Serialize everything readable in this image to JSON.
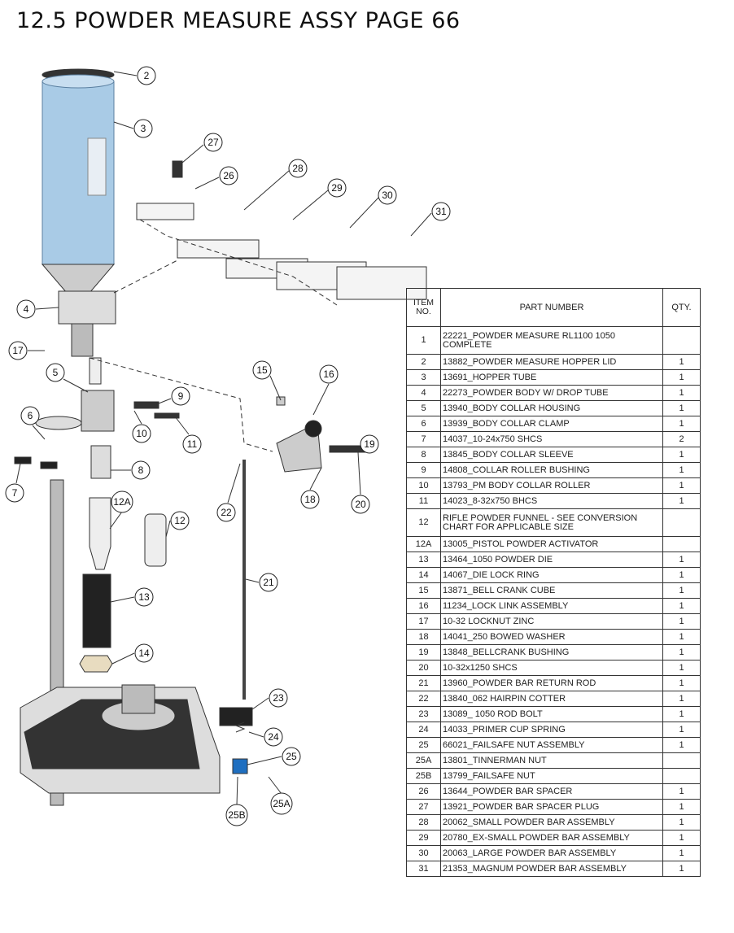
{
  "title": "12.5 POWDER MEASURE ASSY PAGE 66",
  "callouts": [
    "2",
    "3",
    "27",
    "26",
    "28",
    "29",
    "30",
    "31",
    "4",
    "17",
    "5",
    "15",
    "16",
    "9",
    "6",
    "10",
    "11",
    "19",
    "7",
    "8",
    "12A",
    "12",
    "22",
    "18",
    "20",
    "21",
    "13",
    "14",
    "23",
    "24",
    "25",
    "25A",
    "25B"
  ],
  "table": {
    "headers": {
      "item": "ITEM NO.",
      "part": "PART NUMBER",
      "qty": "QTY."
    },
    "rows": [
      {
        "item": "1",
        "part": "22221_POWDER MEASURE RL1100 1050 COMPLETE",
        "qty": ""
      },
      {
        "item": "2",
        "part": "13882_POWDER MEASURE HOPPER LID",
        "qty": "1"
      },
      {
        "item": "3",
        "part": "13691_HOPPER TUBE",
        "qty": "1"
      },
      {
        "item": "4",
        "part": "22273_POWDER BODY W/ DROP TUBE",
        "qty": "1"
      },
      {
        "item": "5",
        "part": "13940_BODY COLLAR HOUSING",
        "qty": "1"
      },
      {
        "item": "6",
        "part": "13939_BODY COLLAR CLAMP",
        "qty": "1"
      },
      {
        "item": "7",
        "part": "14037_10-24x750 SHCS",
        "qty": "2"
      },
      {
        "item": "8",
        "part": "13845_BODY COLLAR SLEEVE",
        "qty": "1"
      },
      {
        "item": "9",
        "part": "14808_COLLAR ROLLER BUSHING",
        "qty": "1"
      },
      {
        "item": "10",
        "part": "13793_PM BODY COLLAR ROLLER",
        "qty": "1"
      },
      {
        "item": "11",
        "part": "14023_8-32x750 BHCS",
        "qty": "1"
      },
      {
        "item": "12",
        "part": "RIFLE POWDER FUNNEL - SEE CONVERSION CHART FOR APPLICABLE SIZE",
        "qty": ""
      },
      {
        "item": "12A",
        "part": "13005_PISTOL POWDER ACTIVATOR",
        "qty": ""
      },
      {
        "item": "13",
        "part": "13464_1050 POWDER DIE",
        "qty": "1"
      },
      {
        "item": "14",
        "part": "14067_DIE LOCK RING",
        "qty": "1"
      },
      {
        "item": "15",
        "part": "13871_BELL CRANK CUBE",
        "qty": "1"
      },
      {
        "item": "16",
        "part": "11234_LOCK LINK ASSEMBLY",
        "qty": "1"
      },
      {
        "item": "17",
        "part": "10-32 LOCKNUT ZINC",
        "qty": "1"
      },
      {
        "item": "18",
        "part": "14041_250 BOWED WASHER",
        "qty": "1"
      },
      {
        "item": "19",
        "part": "13848_BELLCRANK BUSHING",
        "qty": "1"
      },
      {
        "item": "20",
        "part": "10-32x1250 SHCS",
        "qty": "1"
      },
      {
        "item": "21",
        "part": "13960_POWDER BAR RETURN ROD",
        "qty": "1"
      },
      {
        "item": "22",
        "part": "13840_062 HAIRPIN COTTER",
        "qty": "1"
      },
      {
        "item": "23",
        "part": "13089_ 1050 ROD BOLT",
        "qty": "1"
      },
      {
        "item": "24",
        "part": "14033_PRIMER CUP SPRING",
        "qty": "1"
      },
      {
        "item": "25",
        "part": "66021_FAILSAFE NUT ASSEMBLY",
        "qty": "1"
      },
      {
        "item": "25A",
        "part": "13801_TINNERMAN NUT",
        "qty": ""
      },
      {
        "item": "25B",
        "part": "13799_FAILSAFE NUT",
        "qty": ""
      },
      {
        "item": "26",
        "part": "13644_POWDER BAR SPACER",
        "qty": "1"
      },
      {
        "item": "27",
        "part": "13921_POWDER BAR SPACER PLUG",
        "qty": "1"
      },
      {
        "item": "28",
        "part": "20062_SMALL POWDER BAR ASSEMBLY",
        "qty": "1"
      },
      {
        "item": "29",
        "part": "20780_EX-SMALL POWDER BAR ASSEMBLY",
        "qty": "1"
      },
      {
        "item": "30",
        "part": "20063_LARGE POWDER BAR ASSEMBLY",
        "qty": "1"
      },
      {
        "item": "31",
        "part": "21353_MAGNUM POWDER BAR ASSEMBLY",
        "qty": "1"
      }
    ]
  }
}
